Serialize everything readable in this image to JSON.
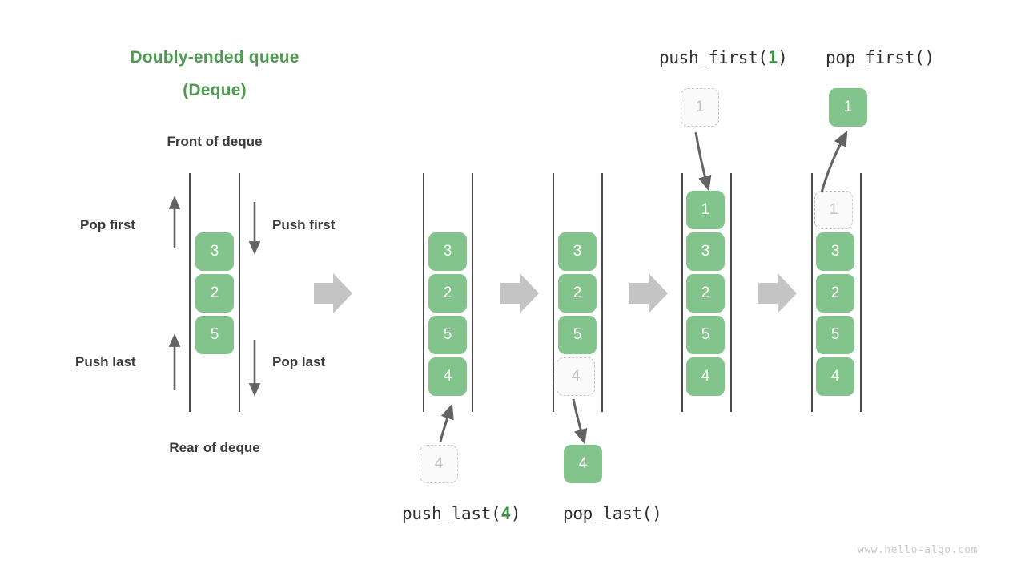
{
  "title": {
    "line1": "Doubly-ended queue",
    "line2": "(Deque)"
  },
  "labels": {
    "front": "Front of deque",
    "rear": "Rear of deque",
    "pop_first": "Pop first",
    "push_first": "Push first",
    "push_last": "Push last",
    "pop_last": "Pop last"
  },
  "operations": {
    "push_first": {
      "name": "push_first(",
      "arg": "1",
      "close": ")"
    },
    "pop_first": {
      "name": "pop_first()",
      "arg": "",
      "close": ""
    },
    "push_last": {
      "name": "push_last(",
      "arg": "4",
      "close": ")"
    },
    "pop_last": {
      "name": "pop_last()",
      "arg": "",
      "close": ""
    }
  },
  "colors": {
    "accent_green": "#4e9a51",
    "box_green": "#82c48b",
    "ghost_gray": "#c2c2c2",
    "rail_gray": "#4a4a4a",
    "arrow_gray": "#c4c4c4",
    "text_dark": "#3a3a3a"
  },
  "panels": [
    {
      "id": "overview",
      "boxes": [
        "3",
        "2",
        "5"
      ],
      "states": [
        "filled",
        "filled",
        "filled"
      ]
    },
    {
      "id": "state-initial",
      "boxes": [
        "3",
        "2",
        "5",
        "4"
      ],
      "states": [
        "filled",
        "filled",
        "filled",
        "filled"
      ]
    },
    {
      "id": "state-after-push-last",
      "boxes": [
        "3",
        "2",
        "5",
        "4"
      ],
      "states": [
        "filled",
        "filled",
        "filled",
        "ghost"
      ]
    },
    {
      "id": "state-after-pop-last",
      "boxes": [
        "1",
        "3",
        "2",
        "5",
        "4"
      ],
      "states": [
        "filled",
        "filled",
        "filled",
        "filled",
        "filled"
      ]
    },
    {
      "id": "state-after-push-first",
      "boxes": [
        "1",
        "3",
        "2",
        "5",
        "4"
      ],
      "states": [
        "ghost",
        "filled",
        "filled",
        "filled",
        "filled"
      ]
    }
  ],
  "floating_boxes": {
    "push_last_src": {
      "value": "4",
      "state": "ghost"
    },
    "pop_last_out": {
      "value": "4",
      "state": "filled"
    },
    "push_first_src": {
      "value": "1",
      "state": "ghost"
    },
    "pop_first_out": {
      "value": "1",
      "state": "filled"
    }
  },
  "watermark": "www.hello-algo.com"
}
